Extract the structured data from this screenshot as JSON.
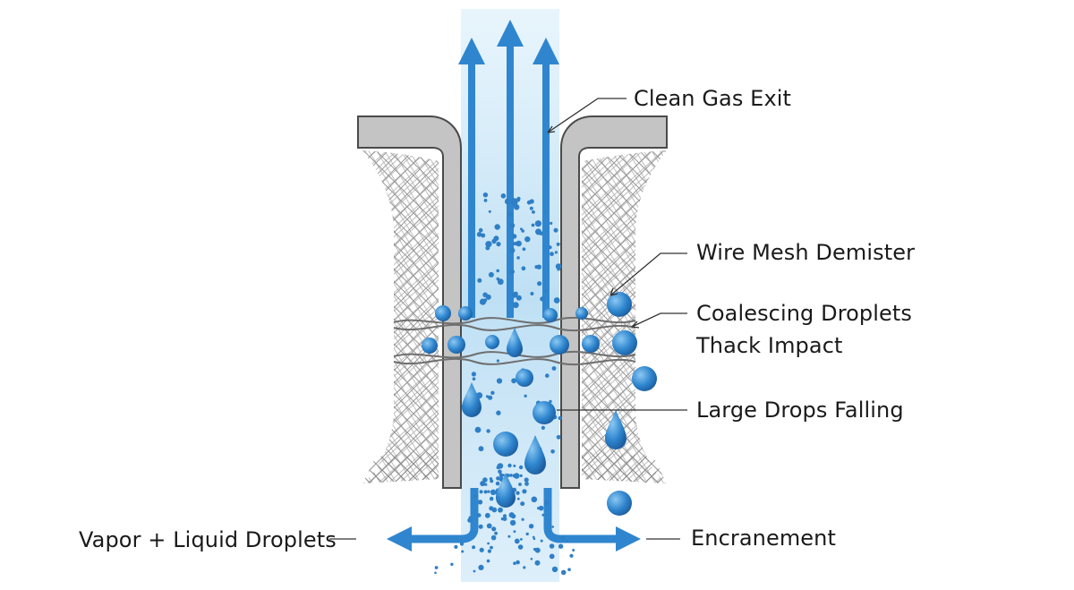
{
  "labels": {
    "clean_gas_exit": "Clean Gas Exit",
    "wire_mesh_demister": "Wire Mesh Demister",
    "coalescing_line1": "Coalescing Droplets",
    "coalescing_line2": "Thack Impact",
    "large_drops_falling": "Large Drops Falling",
    "vapor_liquid": "Vapor + Liquid Droplets",
    "encranement": "Encranement"
  },
  "colors": {
    "arrow_blue": "#2f86cf",
    "droplet_blue": "#2a7fcf",
    "gas_stream": "#bfe3f7",
    "housing_gray": "#b9b9b9",
    "mesh_gray": "#8a8a8a"
  }
}
